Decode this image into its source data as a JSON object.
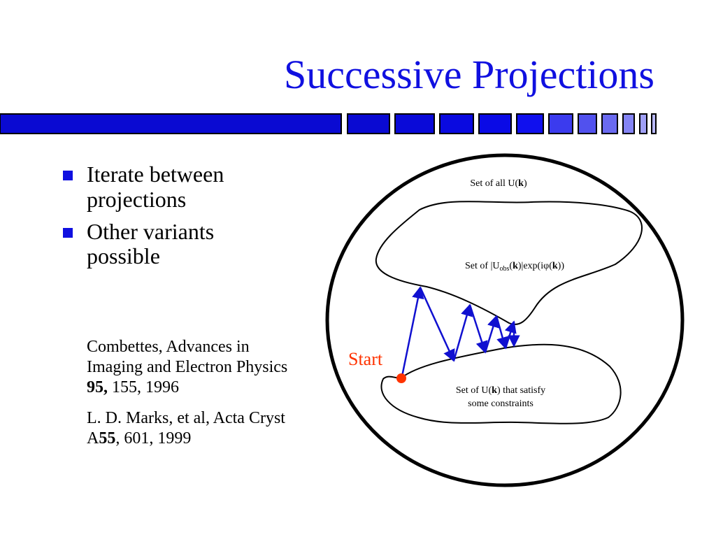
{
  "slide": {
    "title": "Successive Projections",
    "bullets": [
      {
        "text": "Iterate between projections"
      },
      {
        "text": "Other variants possible"
      }
    ],
    "references": [
      {
        "part1": "Combettes, Advances in Imaging and Electron Physics  ",
        "bold": "95,",
        "part2": " 155, 1996"
      },
      {
        "part1": "L. D. Marks, et al, Acta Cryst A",
        "bold": "55",
        "part2": ", 601, 1999"
      }
    ]
  },
  "diagram": {
    "outer_label": {
      "prefix": "Set of all U(",
      "bold": "k",
      "suffix": ")"
    },
    "upper_label": {
      "prefix": "Set of |U",
      "sub": "obs",
      "mid": "(",
      "bold": "k",
      "mid2": ")|exp(i",
      "phi": "φ",
      "mid3": "(",
      "bold2": "k",
      "suffix": "))"
    },
    "lower_label": {
      "line1_prefix": "Set of U(",
      "line1_bold": "k",
      "line1_suffix": ") that satisfy",
      "line2": "some constraints"
    },
    "start_label": "Start"
  },
  "colors": {
    "title": "#1010e0",
    "bullet": "#1010e0",
    "arrows": "#1010d0",
    "start": "#ff3300",
    "outline": "#000000"
  }
}
